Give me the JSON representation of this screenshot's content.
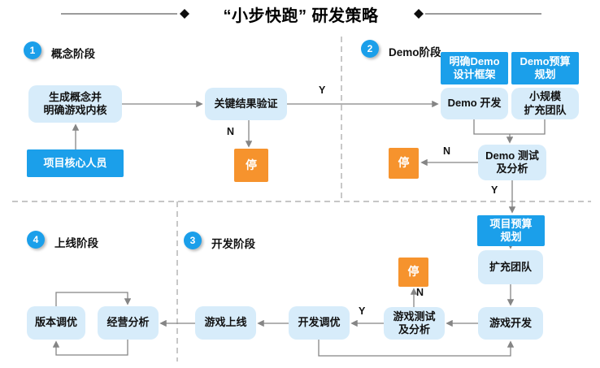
{
  "title": "“小步快跑” 研发策略",
  "edge_labels": {
    "yes": "Y",
    "no": "N"
  },
  "phases": {
    "p1": {
      "num": "1",
      "label": "概念阶段"
    },
    "p2": {
      "num": "2",
      "label": "Demo阶段"
    },
    "p3": {
      "num": "3",
      "label": "开发阶段"
    },
    "p4": {
      "num": "4",
      "label": "上线阶段"
    }
  },
  "nodes": {
    "concept_gen": "生成概念并\n明确游戏内核",
    "core_team": "项目核心人员",
    "key_result": "关键结果验证",
    "stop": "停",
    "demo_frame": "明确Demo\n设计框架",
    "demo_budget": "Demo预算\n规划",
    "demo_dev": "Demo 开发",
    "small_team": "小规模\n扩充团队",
    "demo_test": "Demo 测试\n及分析",
    "project_budget": "项目预算\n规划",
    "expand_team": "扩充团队",
    "game_dev": "游戏开发",
    "game_test": "游戏测试\n及分析",
    "dev_tuning": "开发调优",
    "game_launch": "游戏上线",
    "biz_analysis": "经营分析",
    "version_tuning": "版本调优"
  },
  "colors": {
    "accent_blue": "#1b9fea",
    "light_blue": "#d7ecfa",
    "stop_orange": "#f6932d",
    "line_gray": "#858585"
  }
}
